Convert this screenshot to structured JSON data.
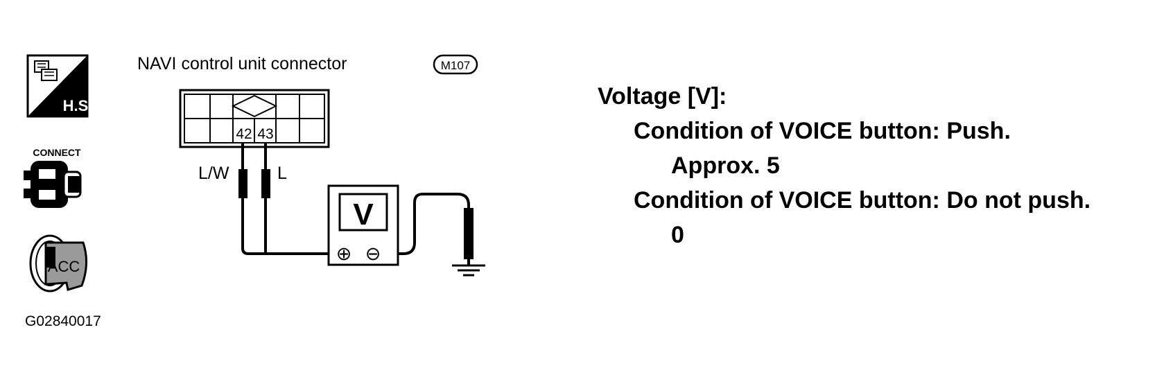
{
  "icons": {
    "hs_icon": "hand-held-tester-icon",
    "hs_label": "H.S.",
    "connect_label": "CONNECT",
    "connect_icon": "connector-plug-icon",
    "key_icon": "ignition-key-icon",
    "key_label": "ACC"
  },
  "diagram": {
    "title": "NAVI control unit connector",
    "connector_id": "M107",
    "terminal_a": "42",
    "terminal_b": "43",
    "wire_a_color": "L/W",
    "wire_b_color": "L",
    "meter_label": "V",
    "plus_symbol": "⊕",
    "minus_symbol": "⊖",
    "figure_code": "G02840017"
  },
  "spec": {
    "heading": "Voltage [V]:",
    "condition_1": "Condition of VOICE button: Push.",
    "value_1": "Approx. 5",
    "condition_2": "Condition of VOICE button: Do not push.",
    "value_2": "0"
  }
}
